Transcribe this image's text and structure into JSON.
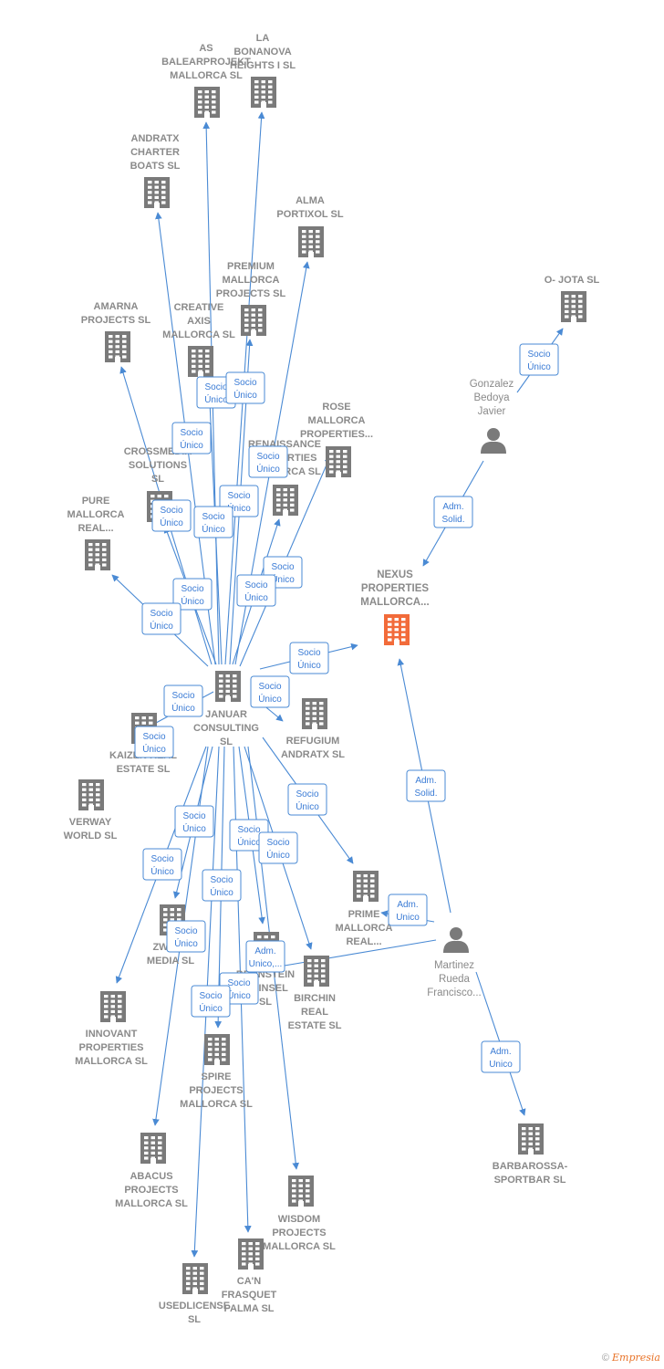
{
  "colors": {
    "edge": "#4a8ad4",
    "building": "#7a7a7a",
    "focus": "#f26b3a",
    "person": "#7a7a7a"
  },
  "nodes": [
    {
      "id": "as",
      "type": "company",
      "lines": [
        "AS",
        "BALEARPROJEKT",
        "MALLORCA  SL"
      ]
    },
    {
      "id": "labonanova",
      "type": "company",
      "lines": [
        "LA",
        "BONANOVA",
        "HEIGHTS I  SL"
      ]
    },
    {
      "id": "andratx_charter",
      "type": "company",
      "lines": [
        "ANDRATX",
        "CHARTER",
        "BOATS  SL"
      ]
    },
    {
      "id": "alma",
      "type": "company",
      "lines": [
        "ALMA",
        "PORTIXOL  SL"
      ]
    },
    {
      "id": "premium",
      "type": "company",
      "lines": [
        "PREMIUM",
        "MALLORCA",
        "PROJECTS  SL"
      ]
    },
    {
      "id": "ojota",
      "type": "company",
      "lines": [
        "O- JOTA  SL"
      ]
    },
    {
      "id": "amarna",
      "type": "company",
      "lines": [
        "AMARNA",
        "PROJECTS  SL"
      ]
    },
    {
      "id": "creative",
      "type": "company",
      "lines": [
        "CREATIVE",
        "AXIS",
        "MALLORCA  SL"
      ]
    },
    {
      "id": "gonzalez",
      "type": "person",
      "lines": [
        "Gonzalez",
        "Bedoya",
        "Javier"
      ]
    },
    {
      "id": "rose",
      "type": "company",
      "lines": [
        "ROSE",
        "MALLORCA",
        "PROPERTIES..."
      ]
    },
    {
      "id": "crossmedia",
      "type": "company",
      "lines": [
        "CROSSMEDIA",
        "SOLUTIONS",
        "SL"
      ]
    },
    {
      "id": "renaissance",
      "type": "company",
      "lines": [
        "RENAISSANCE",
        "PROPERTIES",
        "MALLORCA  SL"
      ]
    },
    {
      "id": "pure",
      "type": "company",
      "lines": [
        "PURE",
        "MALLORCA",
        "REAL..."
      ]
    },
    {
      "id": "nexus",
      "type": "focus",
      "lines": [
        "NEXUS",
        "PROPERTIES",
        "MALLORCA..."
      ]
    },
    {
      "id": "januar",
      "type": "company",
      "lines": [
        "JANUAR",
        "CONSULTING",
        "SL"
      ]
    },
    {
      "id": "kaizen",
      "type": "company",
      "lines": [
        "KAIZEN REAL",
        "ESTATE  SL"
      ]
    },
    {
      "id": "refugium",
      "type": "company",
      "lines": [
        "REFUGIUM",
        "ANDRATX  SL"
      ]
    },
    {
      "id": "verway",
      "type": "company",
      "lines": [
        "VERWAY",
        "WORLD  SL"
      ]
    },
    {
      "id": "prime",
      "type": "company",
      "lines": [
        "PRIME",
        "MALLORCA",
        "REAL..."
      ]
    },
    {
      "id": "zwart",
      "type": "company",
      "lines": [
        "ZWART",
        "MEDIA  SL"
      ]
    },
    {
      "id": "brunstein",
      "type": "company",
      "lines": [
        "BRUNSTEIN",
        "LA INSEL",
        "SL"
      ]
    },
    {
      "id": "martinez",
      "type": "person",
      "lines": [
        "Martinez",
        "Rueda",
        "Francisco..."
      ]
    },
    {
      "id": "birchin",
      "type": "company",
      "lines": [
        "BIRCHIN",
        "REAL",
        "ESTATE  SL"
      ]
    },
    {
      "id": "innovant",
      "type": "company",
      "lines": [
        "INNOVANT",
        "PROPERTIES",
        "MALLORCA  SL"
      ]
    },
    {
      "id": "spire",
      "type": "company",
      "lines": [
        "SPIRE",
        "PROJECTS",
        "MALLORCA  SL"
      ]
    },
    {
      "id": "barbarossa",
      "type": "company",
      "lines": [
        "BARBAROSSA-",
        "SPORTBAR  SL"
      ]
    },
    {
      "id": "abacus",
      "type": "company",
      "lines": [
        "ABACUS",
        "PROJECTS",
        "MALLORCA  SL"
      ]
    },
    {
      "id": "wisdom",
      "type": "company",
      "lines": [
        "WISDOM",
        "PROJECTS",
        "MALLORCA  SL"
      ]
    },
    {
      "id": "canfrasquet",
      "type": "company",
      "lines": [
        "CA'N",
        "FRASQUET",
        "PALMA  SL"
      ]
    },
    {
      "id": "usedlicense",
      "type": "company",
      "lines": [
        "USEDLICENSE",
        "SL"
      ]
    }
  ],
  "edges": [
    {
      "from": "januar",
      "to": "as",
      "label": [
        "Socio",
        "Único"
      ]
    },
    {
      "from": "januar",
      "to": "labonanova",
      "label": [
        "Socio",
        "Único"
      ]
    },
    {
      "from": "januar",
      "to": "andratx_charter",
      "label": [
        "Socio",
        "Único"
      ]
    },
    {
      "from": "januar",
      "to": "alma",
      "label": [
        "Socio",
        "Único"
      ]
    },
    {
      "from": "januar",
      "to": "premium",
      "label": [
        "Socio",
        "Único"
      ]
    },
    {
      "from": "januar",
      "to": "amarna",
      "label": [
        "Socio",
        "Único"
      ]
    },
    {
      "from": "januar",
      "to": "creative",
      "label": [
        "Socio",
        "Único"
      ]
    },
    {
      "from": "januar",
      "to": "rose",
      "label": [
        "Socio",
        "Único"
      ]
    },
    {
      "from": "januar",
      "to": "crossmedia",
      "label": [
        "Socio",
        "Único"
      ]
    },
    {
      "from": "januar",
      "to": "renaissance",
      "label": [
        "Socio",
        "Único"
      ]
    },
    {
      "from": "januar",
      "to": "pure",
      "label": [
        "Socio",
        "Único"
      ]
    },
    {
      "from": "januar",
      "to": "nexus",
      "label": [
        "Socio",
        "Único"
      ]
    },
    {
      "from": "januar",
      "to": "kaizen",
      "label": [
        "Socio",
        "Único"
      ]
    },
    {
      "from": "januar",
      "to": "refugium",
      "label": [
        "Socio",
        "Único"
      ]
    },
    {
      "from": "januar",
      "to": "prime",
      "label": [
        "Socio",
        "Único"
      ]
    },
    {
      "from": "januar",
      "to": "zwart",
      "label": [
        "Socio",
        "Único"
      ]
    },
    {
      "from": "januar",
      "to": "brunstein",
      "label": [
        "Socio",
        "Único"
      ]
    },
    {
      "from": "januar",
      "to": "birchin",
      "label": [
        "Socio",
        "Único"
      ]
    },
    {
      "from": "januar",
      "to": "innovant",
      "label": [
        "Socio",
        "Único"
      ]
    },
    {
      "from": "januar",
      "to": "spire",
      "label": [
        "Socio",
        "Único"
      ]
    },
    {
      "from": "januar",
      "to": "abacus",
      "label": [
        "Socio",
        "Único"
      ]
    },
    {
      "from": "januar",
      "to": "wisdom",
      "label": [
        "Socio",
        "Único"
      ]
    },
    {
      "from": "januar",
      "to": "canfrasquet",
      "label": [
        "Socio",
        "Único"
      ]
    },
    {
      "from": "januar",
      "to": "usedlicense",
      "label": [
        "Socio",
        "Único"
      ]
    },
    {
      "from": "gonzalez",
      "to": "ojota",
      "label": [
        "Socio",
        "Único"
      ]
    },
    {
      "from": "gonzalez",
      "to": "nexus",
      "label": [
        "Adm.",
        "Solid."
      ]
    },
    {
      "from": "martinez",
      "to": "nexus",
      "label": [
        "Adm.",
        "Solid."
      ]
    },
    {
      "from": "martinez",
      "to": "prime",
      "label": [
        "Adm.",
        "Unico"
      ]
    },
    {
      "from": "martinez",
      "to": "brunstein",
      "label": [
        "Adm.",
        "Unico,..."
      ]
    },
    {
      "from": "martinez",
      "to": "barbarossa",
      "label": [
        "Adm.",
        "Unico"
      ]
    }
  ],
  "footer": {
    "copyright": "©",
    "brand": "Empresia"
  }
}
